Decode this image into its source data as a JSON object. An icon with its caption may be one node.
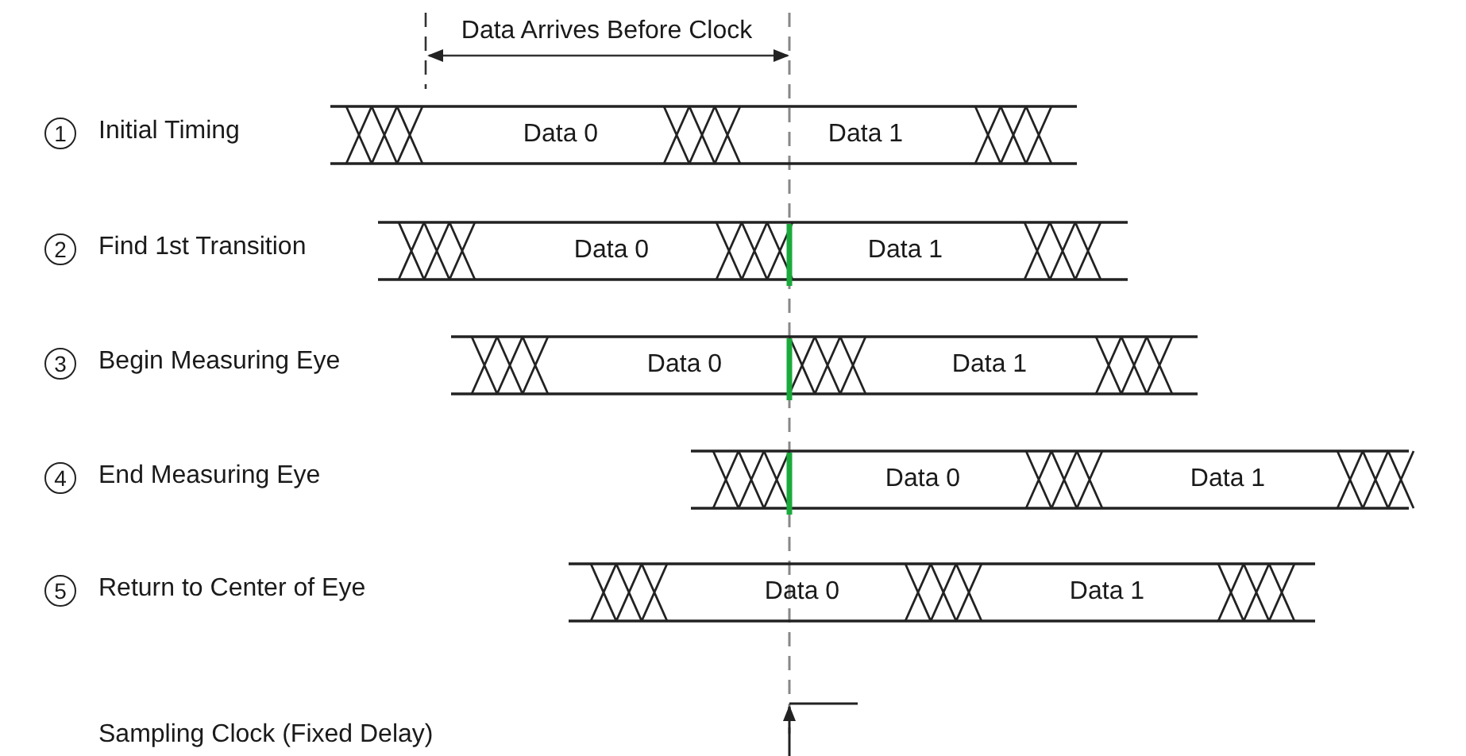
{
  "diagram": {
    "labels": [
      "Data Arrives Before Clock",
      "1",
      "Initial Timing",
      "Data 0",
      "Data 1",
      "2",
      "Find 1st Transition",
      "Data 0",
      "Data 1",
      "3",
      "Begin Measuring Eye",
      "Data 0",
      "Data 1",
      "4",
      "End Measuring Eye",
      "Data 0",
      "Data 1",
      "5",
      "Return to Center of Eye",
      "Data 0",
      "Data 1",
      "Sampling Clock (Fixed Delay)"
    ]
  }
}
